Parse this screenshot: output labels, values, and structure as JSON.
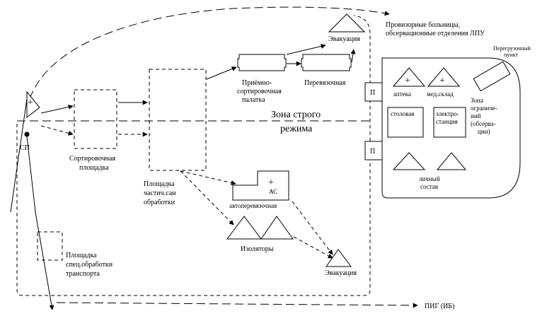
{
  "labels": {
    "hospitals_line1": "Провизорные больницы,",
    "hospitals_line2": "обсервационные отделения ЛПУ",
    "transfer_point_line1": "Перегрузочный",
    "transfer_point_line2": "пункт",
    "evacuation_top": "Эвакуация",
    "reception_line1": "Приёмно-",
    "reception_line2": "сортировочная",
    "reception_line3": "палатка",
    "dressing_room": "Перевязочная",
    "pharmacy": "аптека",
    "med_storage": "мед.склад",
    "canteen": "столовая",
    "power_line1": "электро-",
    "power_line2": "станция",
    "zone_restricted_1": "Зона",
    "zone_restricted_2": "ограниче-",
    "zone_restricted_3": "ний",
    "zone_restricted_4": "(обсерва-",
    "zone_restricted_5": "ции)",
    "strict_zone_line1": "Зона строго",
    "strict_zone_line2": "режима",
    "checkpoint_1": "П",
    "checkpoint_2": "П",
    "personnel_line1": "личный",
    "personnel_line2": "состав",
    "sorting_line1": "Сортировочная",
    "sorting_line2": "площадка",
    "partial_line1": "Площадка",
    "partial_line2": "частич.сан",
    "partial_line3": "обработки",
    "as_label": "АС",
    "auto_dressing": "автоперевязочная",
    "isolators": "Изоляторы",
    "evacuation_bottom": "Эвакуация",
    "special_line1": "Площадка",
    "special_line2": "спец.обработки",
    "special_line3": "транспорта",
    "sp": "СП",
    "pig": "ПИГ (ИБ)"
  },
  "icons": {
    "plus": "+"
  }
}
